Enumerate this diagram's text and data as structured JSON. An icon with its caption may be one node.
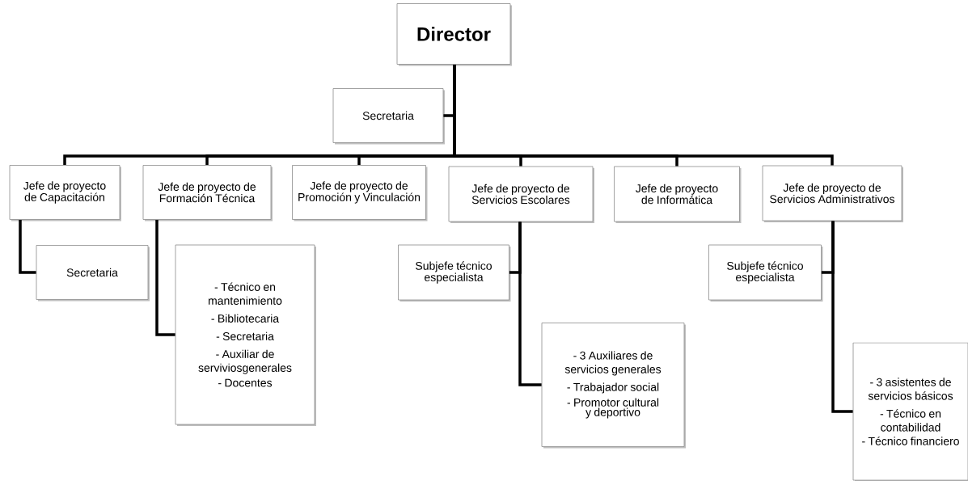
{
  "diagram": {
    "nodes": [
      {
        "text": [
          "Director"
        ]
      },
      {
        "text": [
          "Secretaria"
        ]
      },
      {
        "text": [
          "Jefe de proyecto de Capacitación"
        ]
      },
      {
        "text": [
          "Jefe de proyecto de Formación Técnica"
        ]
      },
      {
        "text": [
          "Jefe de proyecto de Promoción y Vinculación"
        ]
      },
      {
        "text": [
          "Jefe de proyecto de Servicios Escolares"
        ]
      },
      {
        "text": [
          "Jefe de proyecto de Informática"
        ]
      },
      {
        "text": [
          "Jefe de proyecto de Servicios Administrativos"
        ]
      },
      {
        "text": [
          "Secretaria"
        ]
      },
      {
        "text": [
          "- Técnico en mantenimiento",
          "- Bibliotecaria",
          "- Secretaria",
          "- Auxiliar de serviviosgenerales",
          "- Docentes"
        ]
      },
      {
        "text": [
          "Subjefe técnico especialista"
        ]
      },
      {
        "text": [
          "- 3 Auxiliares de servicios generales",
          "- Trabajador social",
          "- Promotor cultural y deportivo"
        ]
      },
      {
        "text": [
          "Subjefe técnico especialista"
        ]
      },
      {
        "text": [
          "- 3 asistentes de servicios básicos",
          "- Técnico en contabilidad",
          "- Técnico financiero"
        ]
      }
    ],
    "edges": [
      {
        "from": 0,
        "to": 1,
        "arrow": "none"
      },
      {
        "from": 0,
        "to": 2,
        "arrow": "none"
      },
      {
        "from": 0,
        "to": 3,
        "arrow": "none"
      },
      {
        "from": 0,
        "to": 4,
        "arrow": "none"
      },
      {
        "from": 0,
        "to": 5,
        "arrow": "none"
      },
      {
        "from": 0,
        "to": 6,
        "arrow": "none"
      },
      {
        "from": 0,
        "to": 7,
        "arrow": "none"
      },
      {
        "from": 2,
        "to": 8,
        "arrow": "none"
      },
      {
        "from": 3,
        "to": 9,
        "arrow": "none"
      },
      {
        "from": 5,
        "to": 10,
        "arrow": "none"
      },
      {
        "from": 5,
        "to": 11,
        "arrow": "none"
      },
      {
        "from": 7,
        "to": 12,
        "arrow": "none"
      },
      {
        "from": 7,
        "to": 13,
        "arrow": "none"
      }
    ]
  }
}
